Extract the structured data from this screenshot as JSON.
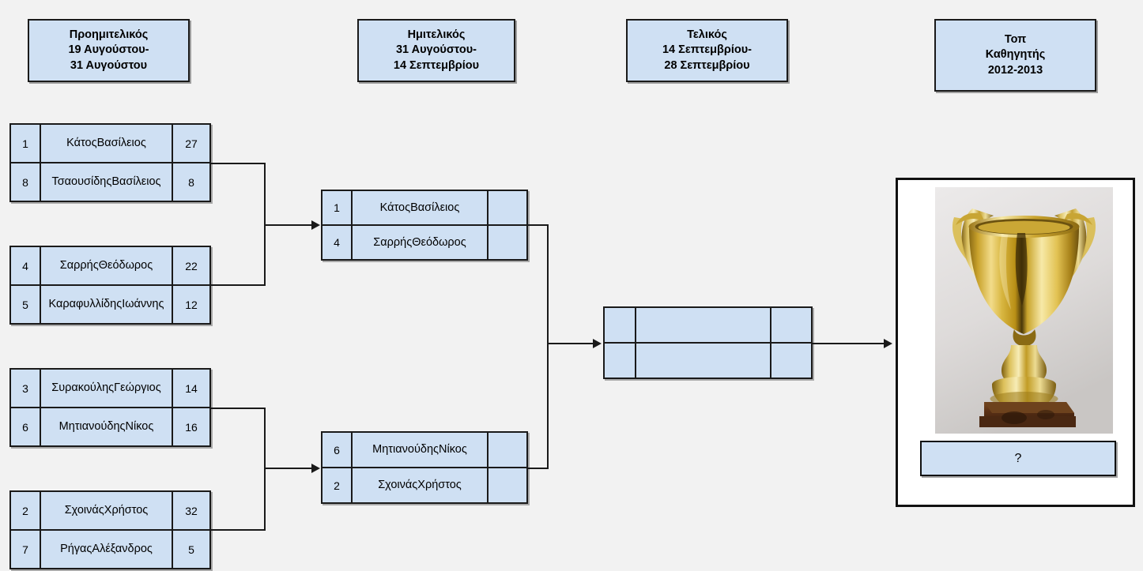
{
  "background_color": "#f2f2f2",
  "box_fill_color": "#cfe0f3",
  "border_color": "#1a1a1a",
  "rounds": [
    {
      "name": "Προημιτελικός",
      "date_from": "19 Αυγούστου-",
      "date_to": "31 Αυγούστου"
    },
    {
      "name": "Ημιτελικός",
      "date_from": "31 Αυγούστου-",
      "date_to": "14 Σεπτεμβρίου"
    },
    {
      "name": "Τελικός",
      "date_from": "14 Σεπτεμβρίου-",
      "date_to": "28 Σεπτεμβρίου"
    },
    {
      "name": "Τοπ",
      "date_from": "Καθηγητής",
      "date_to": "2012-2013"
    }
  ],
  "quarterfinals": [
    {
      "players": [
        {
          "seed": "1",
          "last": "Κάτος",
          "first": "Βασίλειος",
          "score": "27"
        },
        {
          "seed": "8",
          "last": "Τσαουσίδης",
          "first": "Βασίλειος",
          "score": "8"
        }
      ]
    },
    {
      "players": [
        {
          "seed": "4",
          "last": "Σαρρής",
          "first": "Θεόδωρος",
          "score": "22"
        },
        {
          "seed": "5",
          "last": "Καραφυλλίδης",
          "first": "Ιωάννης",
          "score": "12"
        }
      ]
    },
    {
      "players": [
        {
          "seed": "3",
          "last": "Συρακούλης",
          "first": "Γεώργιος",
          "score": "14"
        },
        {
          "seed": "6",
          "last": "Μητιανούδης",
          "first": "Νίκος",
          "score": "16"
        }
      ]
    },
    {
      "players": [
        {
          "seed": "2",
          "last": "Σχοινάς",
          "first": "Χρήστος",
          "score": "32"
        },
        {
          "seed": "7",
          "last": "Ρήγας",
          "first": "Αλέξανδρος",
          "score": "5"
        }
      ]
    }
  ],
  "semifinals": [
    {
      "players": [
        {
          "seed": "1",
          "last": "Κάτος",
          "first": "Βασίλειος",
          "score": ""
        },
        {
          "seed": "4",
          "last": "Σαρρής",
          "first": "Θεόδωρος",
          "score": ""
        }
      ]
    },
    {
      "players": [
        {
          "seed": "6",
          "last": "Μητιανούδης",
          "first": "Νίκος",
          "score": ""
        },
        {
          "seed": "2",
          "last": "Σχοινάς",
          "first": "Χρήστος",
          "score": ""
        }
      ]
    }
  ],
  "final": {
    "players": [
      {
        "seed": "",
        "last": "",
        "first": "",
        "score": ""
      },
      {
        "seed": "",
        "last": "",
        "first": "",
        "score": ""
      }
    ]
  },
  "champion": {
    "trophy_alt": "trophy-image",
    "label": "?"
  }
}
